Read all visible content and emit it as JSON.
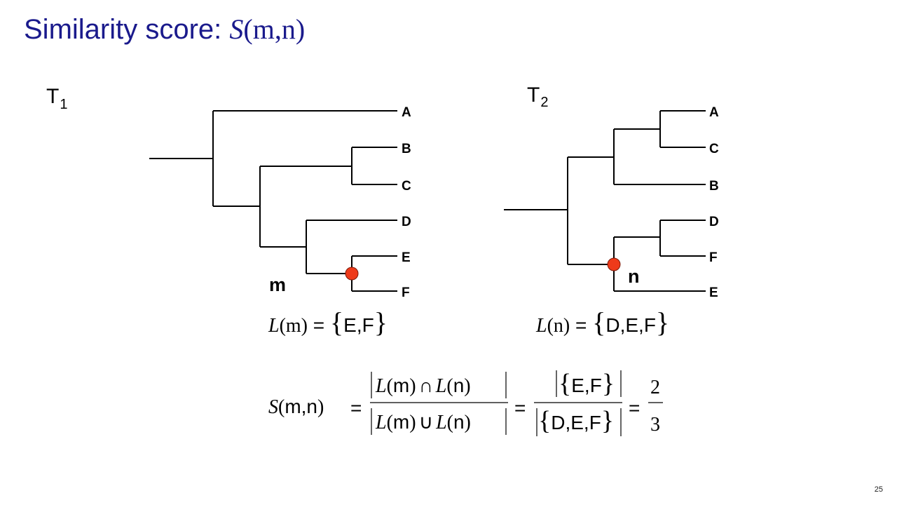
{
  "title": {
    "prefix": "Similarity score: ",
    "func": "S",
    "args": "(m,n)"
  },
  "tree1": {
    "name": "T",
    "subscript": "1",
    "leaves": [
      "A",
      "B",
      "C",
      "D",
      "E",
      "F"
    ],
    "marked_node": "m"
  },
  "tree2": {
    "name": "T",
    "subscript": "2",
    "leaves": [
      "A",
      "C",
      "B",
      "D",
      "F",
      "E"
    ],
    "marked_node": "n"
  },
  "formulas": {
    "lm": {
      "func": "L",
      "arg": "(m)",
      "eq": " = ",
      "set": "E,F"
    },
    "ln": {
      "func": "L",
      "arg": "(n)",
      "eq": " = ",
      "set": "D,E,F"
    },
    "score": {
      "func": "S",
      "args": "(m,n)",
      "eq": "=",
      "intersect": "∩",
      "union": "∪",
      "num_set": "E,F",
      "den_set": "D,E,F",
      "num_value": "2",
      "den_value": "3"
    }
  },
  "colors": {
    "title": "#1a1a8c",
    "marker": "#ee3a1a"
  },
  "page_number": "25"
}
